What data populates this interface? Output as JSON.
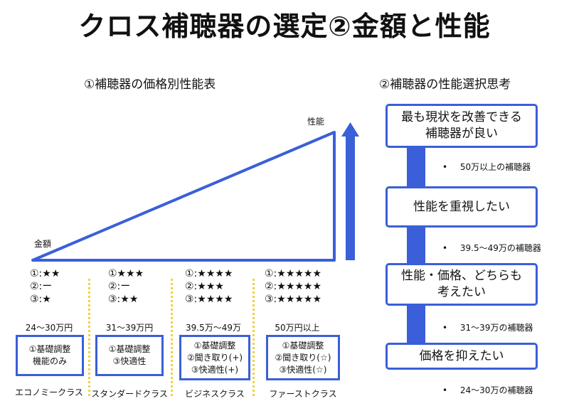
{
  "title": "クロス補聴器の選定②金額と性能",
  "left": {
    "heading": "①補聴器の価格別性能表",
    "perf_label": "性能",
    "price_label": "金額",
    "columns": [
      {
        "stars": [
          "①:★★",
          "②:ー",
          "③:★"
        ],
        "price": "24〜30万円",
        "spec": [
          "①基礎調整",
          "機能のみ"
        ],
        "class": "エコノミークラス"
      },
      {
        "stars": [
          "①★★★",
          "②:ー",
          "③:★★"
        ],
        "price": "31〜39万円",
        "spec": [
          "①基礎調整",
          "③快適性"
        ],
        "class": "スタンダードクラス"
      },
      {
        "stars": [
          "①:★★★★",
          "②:★★★",
          "③:★★★★"
        ],
        "price": "39.5万〜49万",
        "spec": [
          "①基礎調整",
          "②聞き取り(+)",
          "③快適性(+)"
        ],
        "class": "ビジネスクラス"
      },
      {
        "stars": [
          "①:★★★★★",
          "②:★★★★★",
          "③:★★★★★"
        ],
        "price": "50万円以上",
        "spec": [
          "①基礎調整",
          "②聞き取り(☆)",
          "③快適性(☆)"
        ],
        "class": "ファーストクラス"
      }
    ]
  },
  "right": {
    "heading": "②補聴器の性能選択思考",
    "steps": [
      {
        "label": [
          "最も現状を改善できる",
          "補聴器が良い"
        ],
        "note": "50万以上の補聴器"
      },
      {
        "label": [
          "性能を重視したい"
        ],
        "note": "39.5〜49万の補聴器"
      },
      {
        "label": [
          "性能・価格、どちらも",
          "考えたい"
        ],
        "note": "31〜39万の補聴器"
      },
      {
        "label": [
          "価格を抑えたい"
        ],
        "note": "24〜30万の補聴器"
      }
    ],
    "bullet": "•"
  },
  "colors": {
    "accent": "#3a5fd8",
    "dots": "#f2d23a"
  }
}
